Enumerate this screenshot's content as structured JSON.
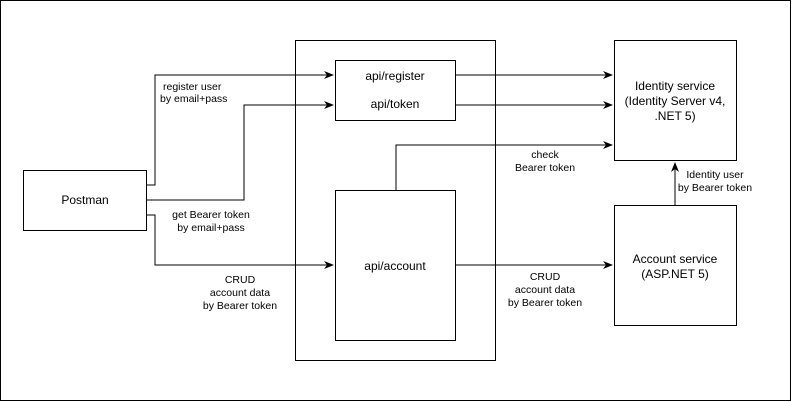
{
  "nodes": {
    "postman": "Postman",
    "api_register": "api/register",
    "api_token": "api/token",
    "api_account": "api/account",
    "identity_service": [
      "Identity service",
      "(Identity Server v4,",
      ".NET 5)"
    ],
    "account_service": [
      "Account service",
      "(ASP.NET 5)"
    ]
  },
  "edges": {
    "register_user": [
      "register user",
      "by email+pass"
    ],
    "get_bearer": [
      "get Bearer token",
      "by email+pass"
    ],
    "crud_left": [
      "CRUD",
      "account data",
      "by Bearer token"
    ],
    "check_bearer": [
      "check",
      "Bearer token"
    ],
    "crud_right": [
      "CRUD",
      "account data",
      "by Bearer token"
    ],
    "identity_user": [
      "Identity user",
      "by Bearer token"
    ]
  },
  "colors": {
    "stroke": "#000000",
    "background": "#ffffff"
  }
}
